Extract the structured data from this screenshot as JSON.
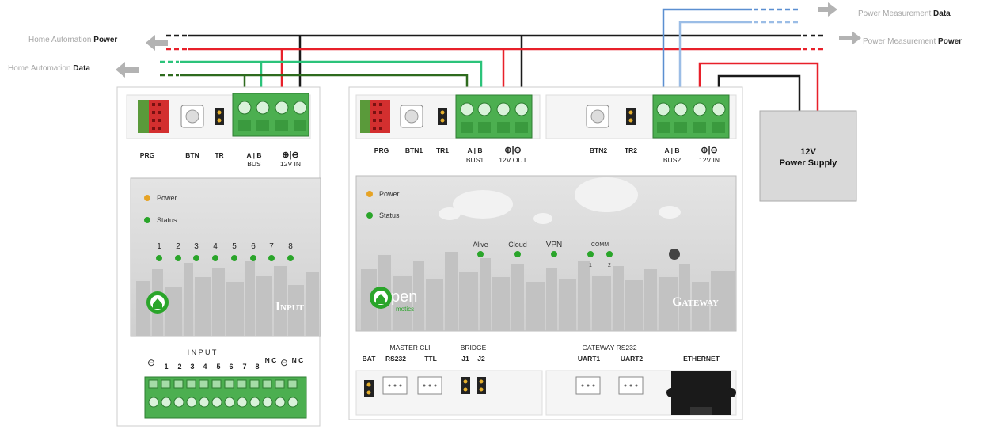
{
  "labels": {
    "home_power_a": "Home Automation",
    "home_power_b": "Power",
    "home_data_a": "Home Automation",
    "home_data_b": "Data",
    "pm_data_a": "Power Measurement",
    "pm_data_b": "Data",
    "pm_power_a": "Power Measurement",
    "pm_power_b": "Power"
  },
  "power_supply": {
    "line1": "12V",
    "line2": "Power Supply"
  },
  "input_module": {
    "terminals": {
      "prg": "PRG",
      "btn": "BTN",
      "tr": "TR",
      "ab": "A | B",
      "bus": "BUS",
      "power": "⊕|⊖",
      "power_label": "12V IN"
    },
    "leds": {
      "power": "Power",
      "status": "Status"
    },
    "channels": [
      "1",
      "2",
      "3",
      "4",
      "5",
      "6",
      "7",
      "8"
    ],
    "title": "Input",
    "bottom": {
      "minus": "⊖",
      "input_word": "I N P U T",
      "nc1": "N C",
      "minus2": "⊖",
      "nc2": "N C"
    }
  },
  "gateway_module": {
    "terminals": {
      "prg": "PRG",
      "btn1": "BTN1",
      "tr1": "TR1",
      "ab1": "A | B",
      "bus1": "BUS1",
      "pwr_out": "⊕|⊖",
      "pwr_out_label": "12V OUT",
      "btn2": "BTN2",
      "tr2": "TR2",
      "ab2": "A | B",
      "bus2": "BUS2",
      "pwr_in": "⊕|⊖",
      "pwr_in_label": "12V IN"
    },
    "leds": {
      "power": "Power",
      "status": "Status",
      "alive": "Alive",
      "cloud": "Cloud",
      "vpn": "VPN",
      "comm": "COMM",
      "comm1": "1",
      "comm2": "2"
    },
    "brand": "pen",
    "brand_sub": "motics",
    "title": "Gateway",
    "bottom": {
      "bat": "BAT",
      "master_cli": "MASTER CLI",
      "rs232": "RS232",
      "ttl": "TTL",
      "bridge": "BRIDGE",
      "j1": "J1",
      "j2": "J2",
      "gw_rs232": "GATEWAY RS232",
      "uart1": "UART1",
      "uart2": "UART2",
      "ethernet": "ETHERNET"
    }
  },
  "colors": {
    "black_wire": "#1a1a1a",
    "red_wire": "#e8202a",
    "green_wire": "#2bc37a",
    "darkgreen_wire": "#2e6b1e",
    "blue_wire": "#5b8fd1",
    "lightblue_wire": "#9bbde6",
    "led_green": "#2aa52a",
    "led_orange": "#e6a325",
    "terminal_green": "#4caf50",
    "panel_grey": "#d9d9d9"
  }
}
